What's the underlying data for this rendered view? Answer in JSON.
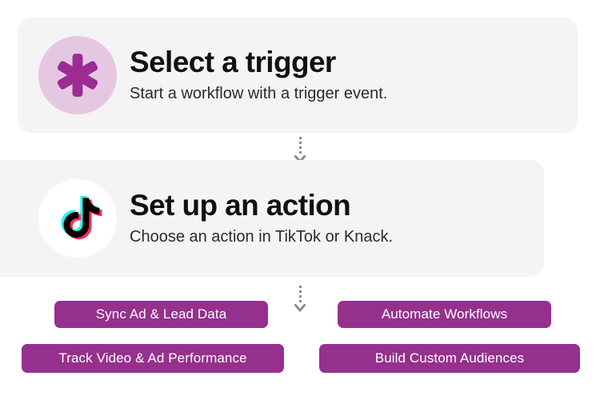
{
  "theme": {
    "page_background": "#ffffff",
    "card_background": "#f4f4f4",
    "brand_purple": "#96308d",
    "icon_purple": "#9c2b92",
    "icon_purple_bg": "#e6c7e1",
    "tiktok_cyan": "#25f4ee",
    "tiktok_red": "#fe2c55",
    "tiktok_black": "#010101",
    "connector_gray": "#8d8d8d",
    "title_color": "#111111",
    "subtitle_color": "#2b2b2b",
    "button_text_color": "#ffffff"
  },
  "steps": [
    {
      "icon_name": "asterisk-icon",
      "title": "Select a trigger",
      "subtitle": "Start a workflow with a trigger event."
    },
    {
      "icon_name": "tiktok-icon",
      "title": "Set up an action",
      "subtitle": "Choose an action in TikTok or Knack."
    }
  ],
  "connectors": [
    {
      "name": "connector-trigger-to-action",
      "icon_name": "arrow-down-icon",
      "dot_count": 4
    },
    {
      "name": "connector-action-to-tags",
      "icon_name": "arrow-down-icon",
      "dot_count": 4
    }
  ],
  "buttons": [
    {
      "name": "sync-ad-lead-data-button",
      "label": "Sync Ad & Lead Data"
    },
    {
      "name": "automate-workflows-button",
      "label": "Automate Workflows"
    },
    {
      "name": "track-video-ad-performance-button",
      "label": "Track Video & Ad Performance"
    },
    {
      "name": "build-custom-audiences-button",
      "label": "Build Custom Audiences"
    }
  ]
}
